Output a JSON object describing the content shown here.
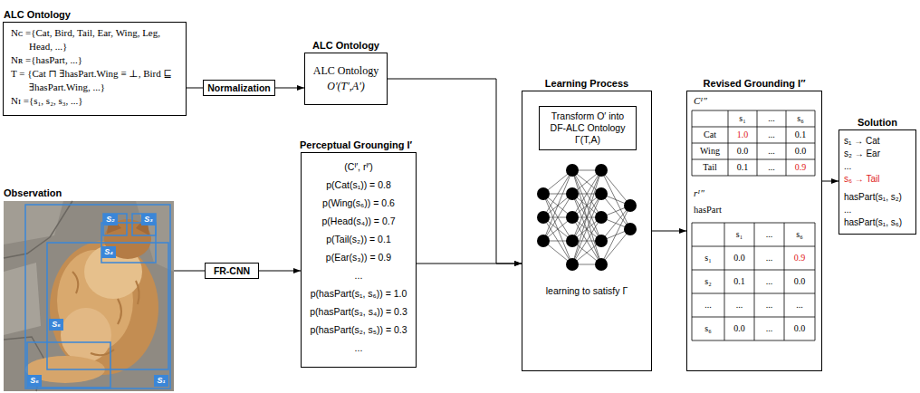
{
  "diagram": {
    "nodes": [
      {
        "text": [
          "ALC Ontology",
          "Nᴄ ={Cat, Bird, Tail, Ear, Wing, Leg, Head, ...}",
          "Nʀ ={hasPart, ...}",
          "T = {Cat ⊓ ∃hasPart.Wing ≡ ⊥, Bird ⊑ ∃hasPart.Wing, ...}",
          "Nɪ ={s₁, s₂, s₃, ...}"
        ]
      },
      {
        "text": [
          "Normalization"
        ]
      },
      {
        "text": [
          "ALC Ontology",
          "ALC Ontology",
          "O′(T′,A′)"
        ]
      },
      {
        "text": [
          "Observation"
        ]
      },
      {
        "text": [
          "FR-CNN"
        ]
      },
      {
        "text": [
          "Perceptual Grounging I′",
          "(Cᴵ′, rᴵ′)",
          "p(Cat(s₁)) = 0.8",
          "p(Wing(s₆)) = 0.6",
          "p(Head(s₄)) = 0.7",
          "p(Tail(s₂)) = 0.1",
          "p(Ear(s₃)) = 0.9",
          "...",
          "p(hasPart(s₁, s₆)) = 1.0",
          "p(hasPart(s₃, s₄)) = 0.3",
          "p(hasPart(s₂, s₅)) = 0.3",
          "..."
        ]
      },
      {
        "text": [
          "Learning Process",
          "learning to satisfy Γ"
        ]
      },
      {
        "text": [
          "Transform O′ into DF-ALC Ontology Γ(T,A)"
        ],
        "in": 6
      },
      {
        "text": [
          "Revised Grounding I″"
        ]
      },
      {
        "text": [
          "Solution",
          "s₁ → Cat",
          "s₂ → Ear",
          "...",
          "s₆ → Tail",
          "hasPart(s₁, s₂)",
          "...",
          "hasPart(s₁, s₆)"
        ]
      }
    ],
    "edges": [
      {
        "from": 0,
        "to": 1,
        "arrow": "none"
      },
      {
        "from": 1,
        "to": 2,
        "arrow": "to"
      },
      {
        "from": 3,
        "to": 4,
        "arrow": "none"
      },
      {
        "from": 4,
        "to": 5,
        "arrow": "to"
      },
      {
        "from": 2,
        "to": 6,
        "arrow": "to"
      },
      {
        "from": 5,
        "to": 6,
        "arrow": "to"
      },
      {
        "from": 6,
        "to": 8,
        "arrow": "to"
      },
      {
        "from": 8,
        "to": 9,
        "arrow": "to"
      }
    ],
    "labels": [
      "S₁",
      "S₂",
      "S₃",
      "S₄",
      "S₅",
      "S₆",
      "Cᴵ″",
      "s₁",
      "...",
      "s₆",
      "Cat",
      "1.0",
      "...",
      "0.1",
      "Wing",
      "0.0",
      "...",
      "0.0",
      "Tail",
      "0.1",
      "...",
      "0.9",
      "rᴵ″",
      "hasPart",
      "s₁",
      "...",
      "s₆",
      "s₁",
      "0.0",
      "...",
      "0.9",
      "s₂",
      "0.1",
      "...",
      "0.0",
      "...",
      "...",
      "...",
      "...",
      "s₆",
      "0.0",
      "...",
      "0.0"
    ]
  }
}
